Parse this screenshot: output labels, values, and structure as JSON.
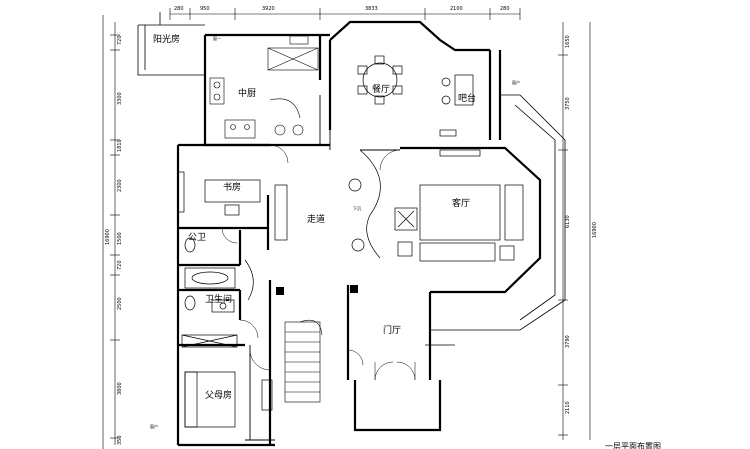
{
  "rooms": {
    "sunroom": "阳光房",
    "kitchen": "中厨",
    "dining": "餐厅",
    "bar": "吧台",
    "study": "书房",
    "living": "客厅",
    "corridor": "走道",
    "public_wc": "公卫",
    "bathroom": "卫生间",
    "foyer": "门厅",
    "parents_room": "父母房",
    "sunken_step": "下沉"
  },
  "top_dims": [
    "280",
    "950",
    "3920",
    "3833",
    "2100",
    "280"
  ],
  "left_dims": [
    "720",
    "3300",
    "1810",
    "2300",
    "1500",
    "720",
    "2500",
    "3800",
    "350"
  ],
  "left_total": "16900",
  "right_dims": [
    "1650",
    "3750",
    "6130",
    "3790",
    "2110"
  ],
  "right_total": "16900",
  "notes": {
    "kitchen_window": "窗一",
    "window_tag": "窗户"
  },
  "drawing_title": "一层平面布置图"
}
